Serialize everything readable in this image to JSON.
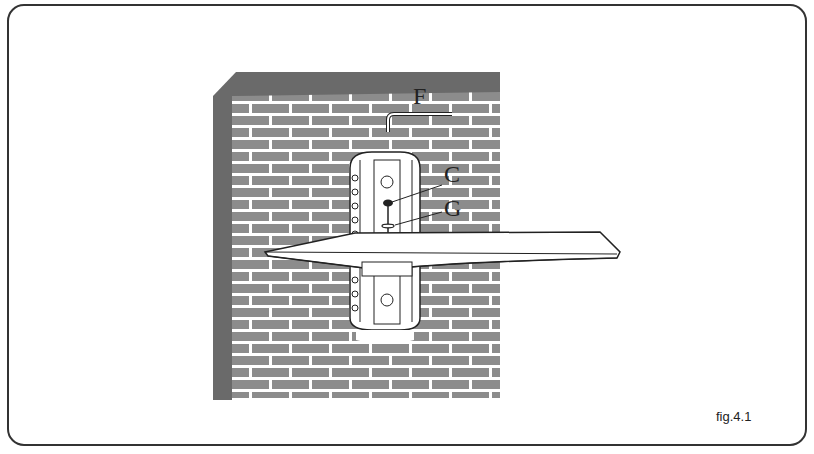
{
  "diagram": {
    "labels": [
      "F",
      "C",
      "G",
      "fig.4.1"
    ]
  }
}
